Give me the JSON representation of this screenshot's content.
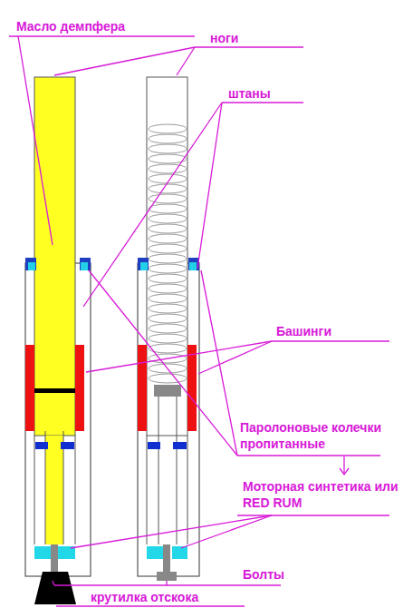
{
  "diagram": {
    "labels": [
      "Масло демпфера",
      "ноги",
      "штаны",
      "Башинги",
      "Паролоновые колечки пропитанные",
      "Моторная синтетика или RED RUM",
      "Болты",
      "крутилка отскока"
    ]
  }
}
